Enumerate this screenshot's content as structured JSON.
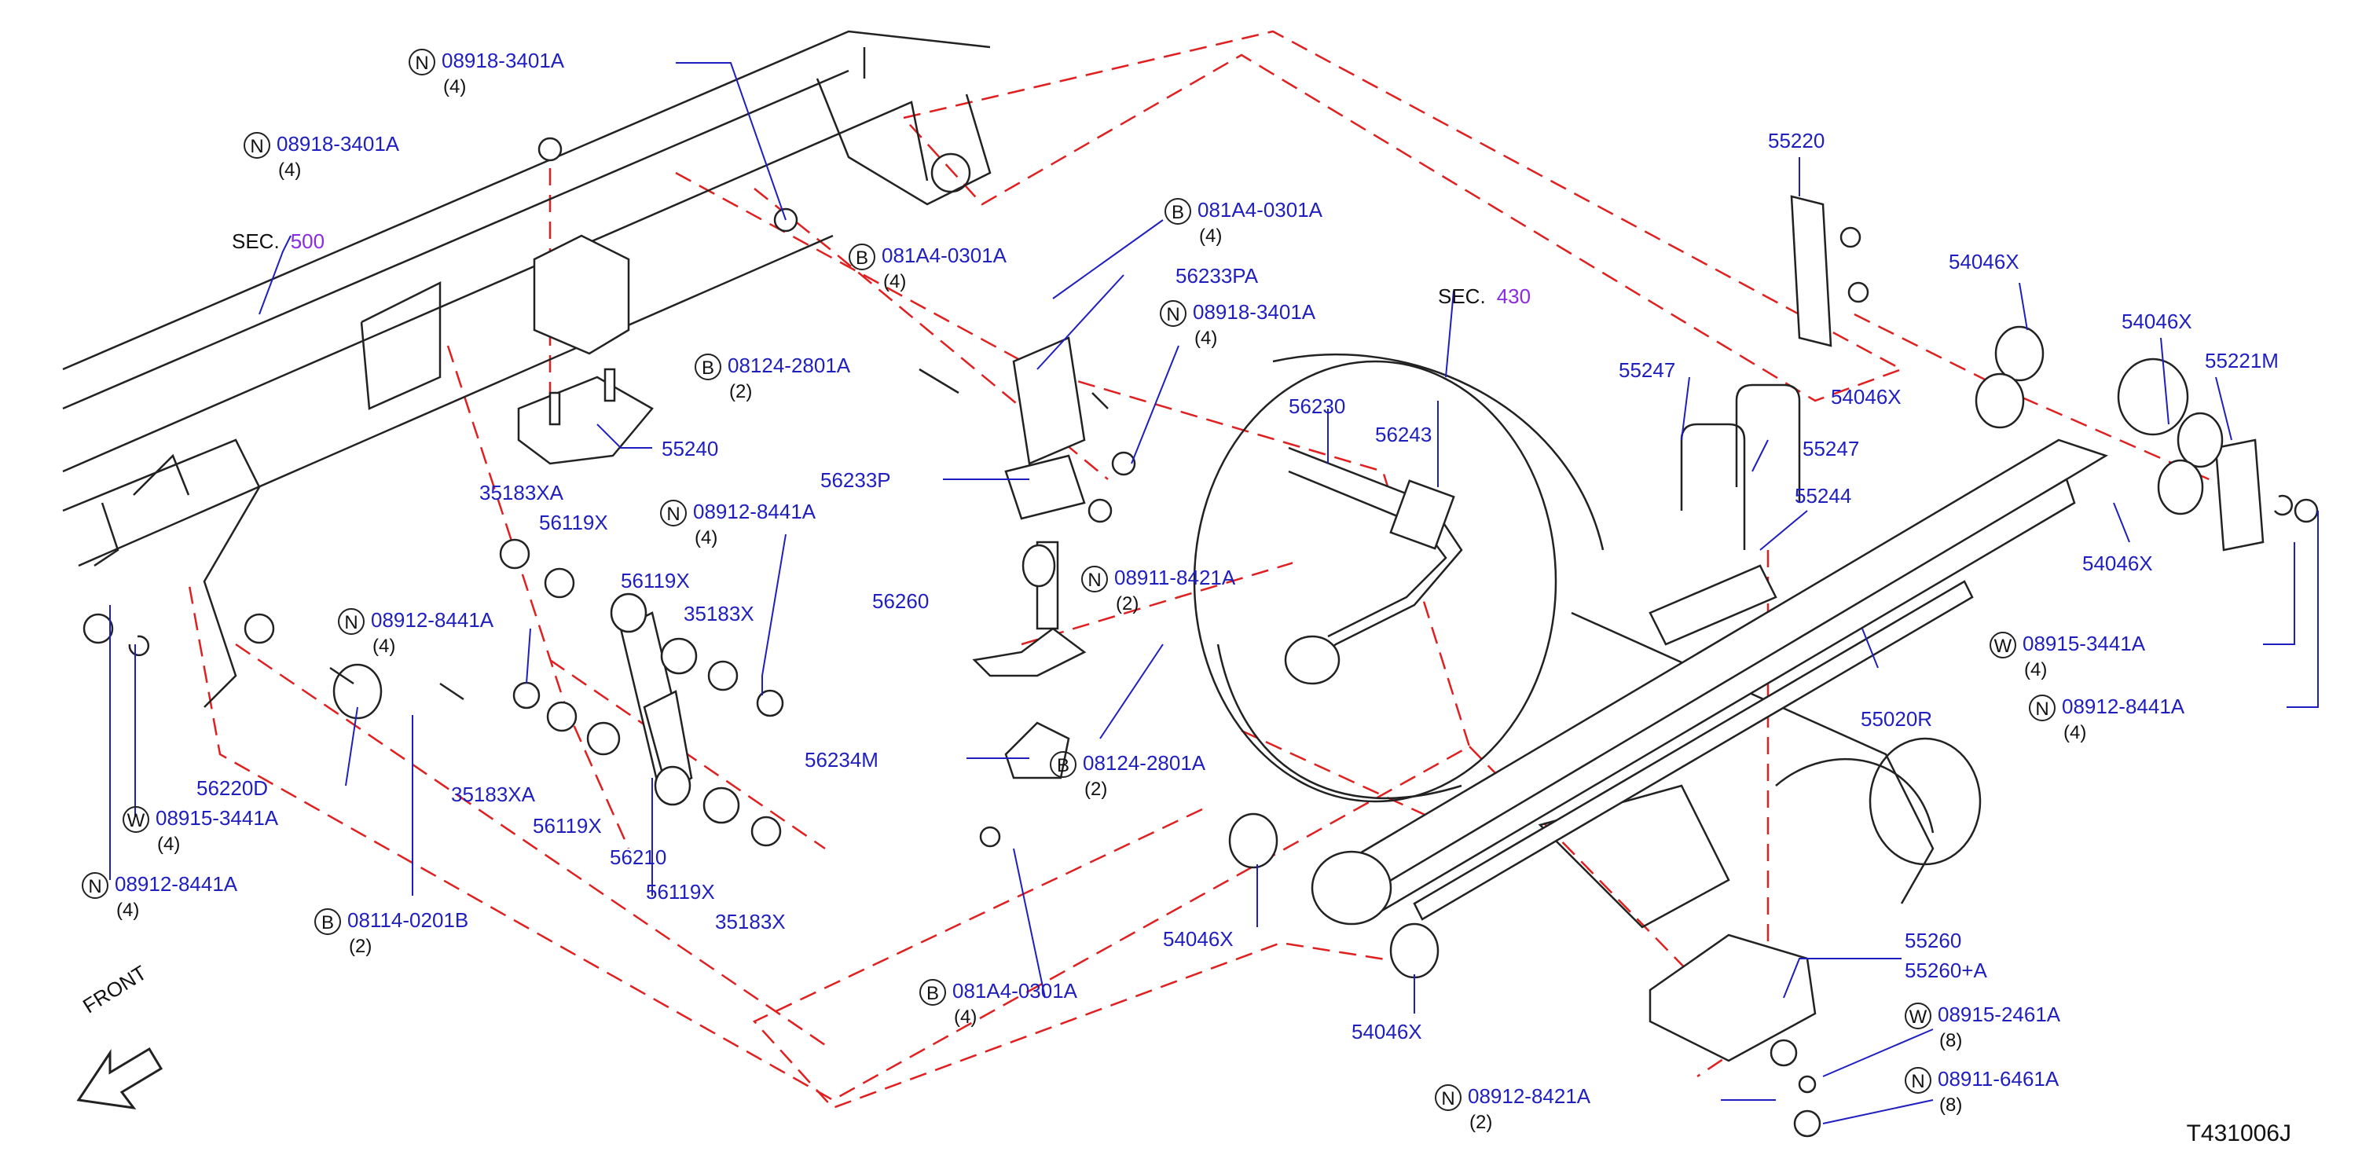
{
  "sections": [
    {
      "prefix": "SEC.",
      "number": "500"
    },
    {
      "prefix": "SEC.",
      "number": "430"
    }
  ],
  "figure_code": "T431006J",
  "front_label": "FRONT",
  "colors": {
    "part_number": "#1f1fbf",
    "section_number": "#8a2be2",
    "dashed_line": "#e02020",
    "leader_line": "#1f1fbf",
    "outline": "#222222"
  },
  "labels": [
    {
      "badge": "N",
      "number": "08918-3401A",
      "qty": "(4)"
    },
    {
      "badge": "N",
      "number": "08918-3401A",
      "qty": "(4)"
    },
    {
      "badge": "",
      "number": "55240",
      "qty": ""
    },
    {
      "badge": "",
      "number": "35183XA",
      "qty": ""
    },
    {
      "badge": "",
      "number": "56119X",
      "qty": ""
    },
    {
      "badge": "N",
      "number": "08912-8441A",
      "qty": "(4)"
    },
    {
      "badge": "",
      "number": "56119X",
      "qty": ""
    },
    {
      "badge": "",
      "number": "35183X",
      "qty": ""
    },
    {
      "badge": "N",
      "number": "08912-8441A",
      "qty": "(4)"
    },
    {
      "badge": "",
      "number": "56220D",
      "qty": ""
    },
    {
      "badge": "W",
      "number": "08915-3441A",
      "qty": "(4)"
    },
    {
      "badge": "N",
      "number": "08912-8441A",
      "qty": "(4)"
    },
    {
      "badge": "B",
      "number": "08114-0201B",
      "qty": "(2)"
    },
    {
      "badge": "",
      "number": "35183XA",
      "qty": ""
    },
    {
      "badge": "",
      "number": "56119X",
      "qty": ""
    },
    {
      "badge": "",
      "number": "56210",
      "qty": ""
    },
    {
      "badge": "",
      "number": "56119X",
      "qty": ""
    },
    {
      "badge": "",
      "number": "35183X",
      "qty": ""
    },
    {
      "badge": "B",
      "number": "081A4-0301A",
      "qty": "(4)"
    },
    {
      "badge": "B",
      "number": "081A4-0301A",
      "qty": "(4)"
    },
    {
      "badge": "",
      "number": "56233PA",
      "qty": ""
    },
    {
      "badge": "N",
      "number": "08918-3401A",
      "qty": "(4)"
    },
    {
      "badge": "B",
      "number": "08124-2801A",
      "qty": "(2)"
    },
    {
      "badge": "",
      "number": "56233P",
      "qty": ""
    },
    {
      "badge": "",
      "number": "56260",
      "qty": ""
    },
    {
      "badge": "N",
      "number": "08911-8421A",
      "qty": "(2)"
    },
    {
      "badge": "",
      "number": "56234M",
      "qty": ""
    },
    {
      "badge": "B",
      "number": "08124-2801A",
      "qty": "(2)"
    },
    {
      "badge": "B",
      "number": "081A4-0301A",
      "qty": "(4)"
    },
    {
      "badge": "",
      "number": "56230",
      "qty": ""
    },
    {
      "badge": "",
      "number": "56243",
      "qty": ""
    },
    {
      "badge": "",
      "number": "55220",
      "qty": ""
    },
    {
      "badge": "",
      "number": "54046X",
      "qty": ""
    },
    {
      "badge": "",
      "number": "54046X",
      "qty": ""
    },
    {
      "badge": "",
      "number": "54046X",
      "qty": ""
    },
    {
      "badge": "",
      "number": "55221M",
      "qty": ""
    },
    {
      "badge": "",
      "number": "55247",
      "qty": ""
    },
    {
      "badge": "",
      "number": "55247",
      "qty": ""
    },
    {
      "badge": "",
      "number": "55244",
      "qty": ""
    },
    {
      "badge": "",
      "number": "54046X",
      "qty": ""
    },
    {
      "badge": "W",
      "number": "08915-3441A",
      "qty": "(4)"
    },
    {
      "badge": "N",
      "number": "08912-8441A",
      "qty": "(4)"
    },
    {
      "badge": "",
      "number": "55020R",
      "qty": ""
    },
    {
      "badge": "",
      "number": "54046X",
      "qty": ""
    },
    {
      "badge": "",
      "number": "54046X",
      "qty": ""
    },
    {
      "badge": "",
      "number": "55260",
      "qty": ""
    },
    {
      "badge": "",
      "number": "55260+A",
      "qty": ""
    },
    {
      "badge": "W",
      "number": "08915-2461A",
      "qty": "(8)"
    },
    {
      "badge": "N",
      "number": "08911-6461A",
      "qty": "(8)"
    },
    {
      "badge": "N",
      "number": "08912-8421A",
      "qty": "(2)"
    }
  ]
}
